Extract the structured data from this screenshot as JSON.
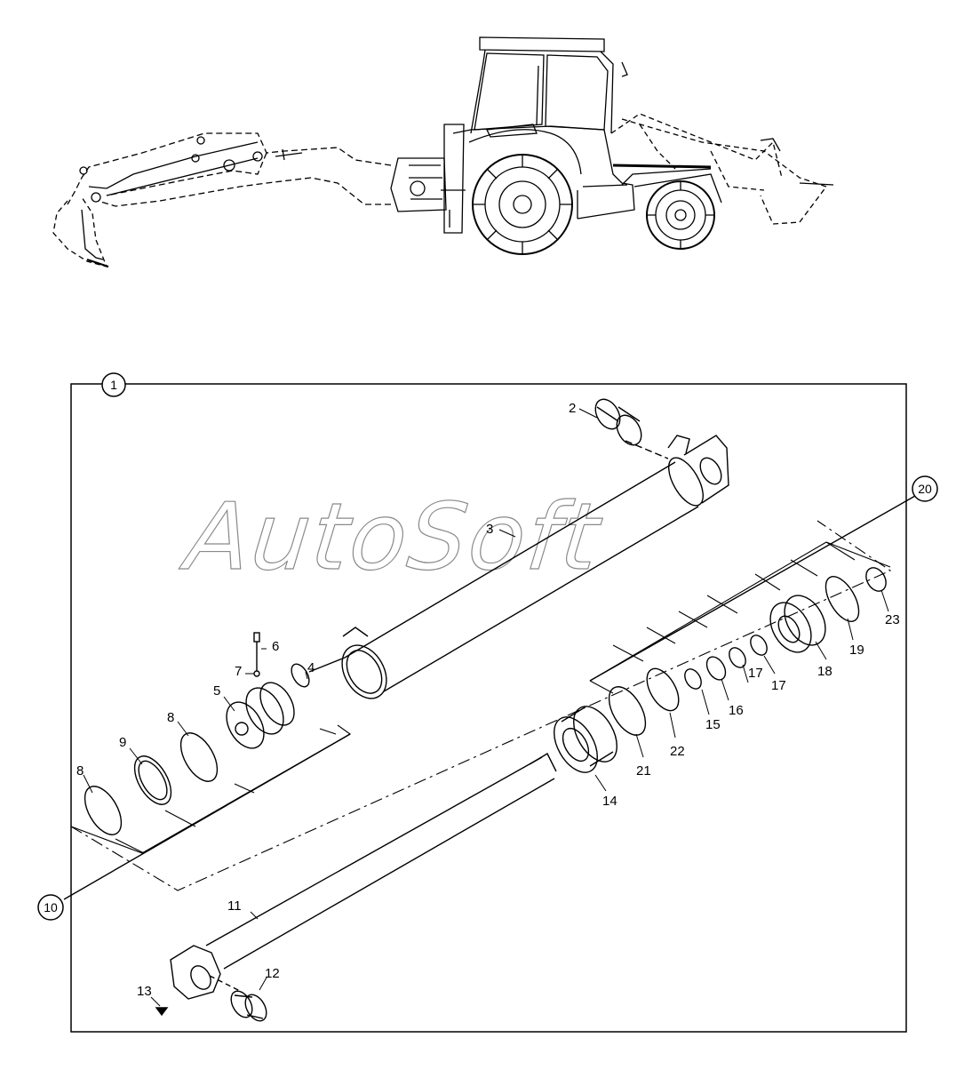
{
  "watermark": "AutoSoft",
  "callouts": [
    {
      "id": "c1",
      "label": "1"
    },
    {
      "id": "c10",
      "label": "10"
    },
    {
      "id": "c20",
      "label": "20"
    }
  ],
  "part_labels": [
    {
      "id": "p2",
      "label": "2"
    },
    {
      "id": "p3",
      "label": "3"
    },
    {
      "id": "p4",
      "label": "4"
    },
    {
      "id": "p5",
      "label": "5"
    },
    {
      "id": "p6",
      "label": "6"
    },
    {
      "id": "p7",
      "label": "7"
    },
    {
      "id": "p8a",
      "label": "8"
    },
    {
      "id": "p8b",
      "label": "8"
    },
    {
      "id": "p9",
      "label": "9"
    },
    {
      "id": "p11",
      "label": "11"
    },
    {
      "id": "p12",
      "label": "12"
    },
    {
      "id": "p13",
      "label": "13"
    },
    {
      "id": "p14",
      "label": "14"
    },
    {
      "id": "p15",
      "label": "15"
    },
    {
      "id": "p16",
      "label": "16"
    },
    {
      "id": "p17a",
      "label": "17"
    },
    {
      "id": "p17b",
      "label": "17"
    },
    {
      "id": "p18",
      "label": "18"
    },
    {
      "id": "p19",
      "label": "19"
    },
    {
      "id": "p21",
      "label": "21"
    },
    {
      "id": "p22",
      "label": "22"
    },
    {
      "id": "p23",
      "label": "23"
    }
  ]
}
